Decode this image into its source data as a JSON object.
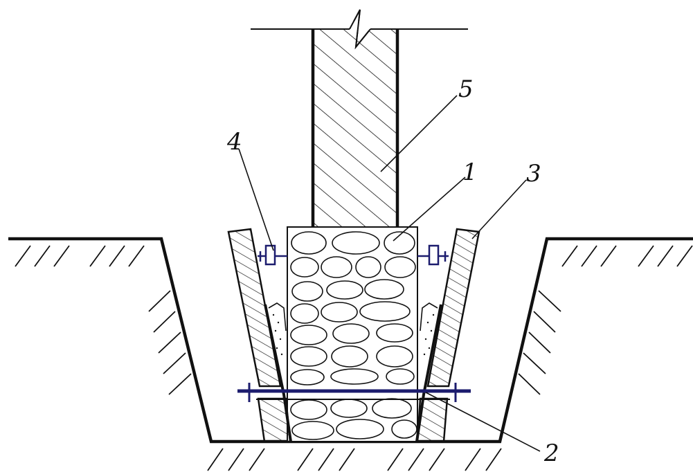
{
  "labels": {
    "1": "1",
    "2": "2",
    "3": "3",
    "4": "4",
    "5": "5"
  },
  "colors": {
    "line": "#111111",
    "steel": "#1c1c6e",
    "background": "#ffffff"
  }
}
